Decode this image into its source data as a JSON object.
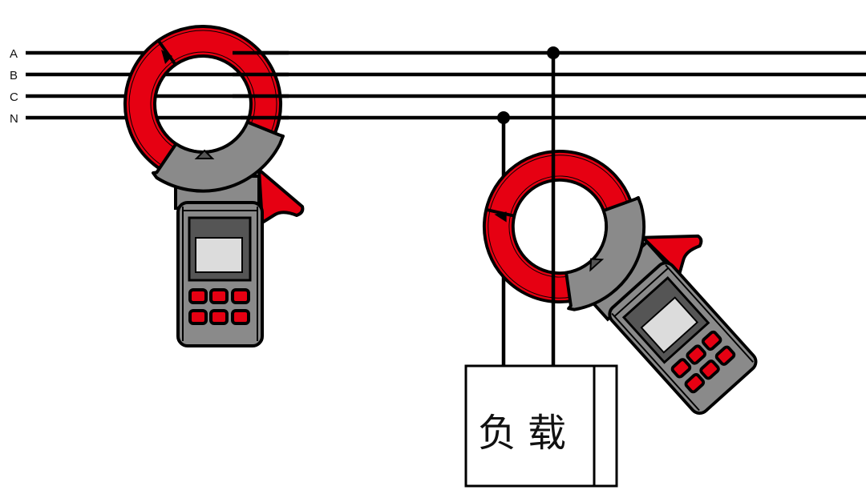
{
  "phase_lines": [
    {
      "label": "A"
    },
    {
      "label": "B"
    },
    {
      "label": "C"
    },
    {
      "label": "N"
    }
  ],
  "load": {
    "label": "负载"
  },
  "colors": {
    "clamp_red": "#e60012",
    "body_gray": "#8a8a8a",
    "panel_dark": "#555555",
    "screen": "#dcdcdc"
  }
}
